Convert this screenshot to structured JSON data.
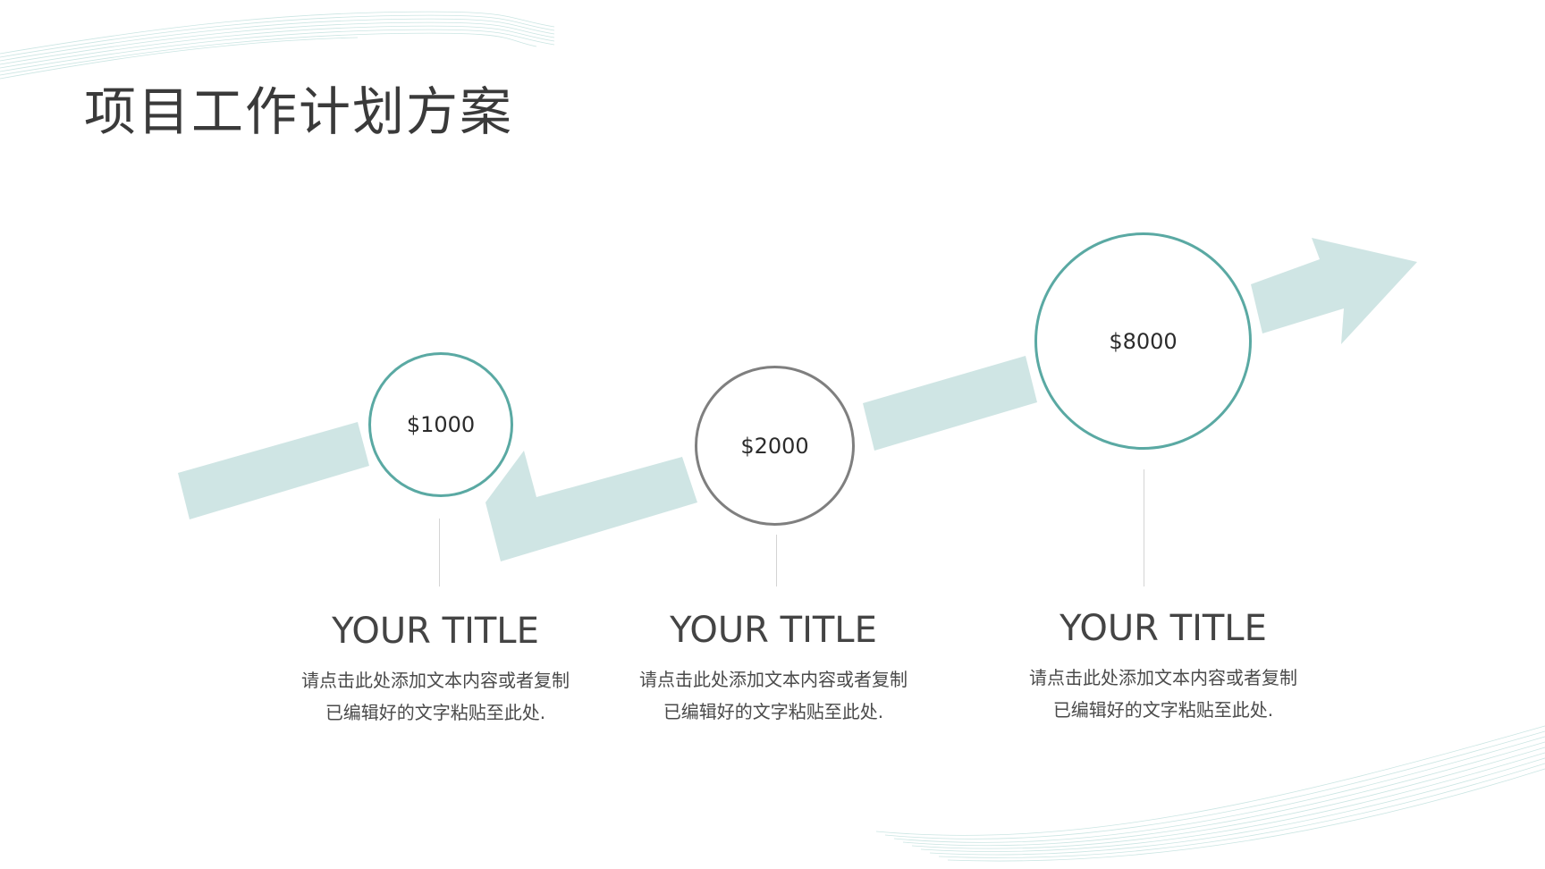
{
  "slide": {
    "title": "项目工作计划方案"
  },
  "colors": {
    "accent": "#5aa9a3",
    "arrow": "#cfe5e4",
    "neutral_ring": "#7f7f7f",
    "title_text": "#3a3a3a",
    "body_text": "#4a4a4a"
  },
  "steps": [
    {
      "value": "$1000",
      "title": "YOUR TITLE",
      "desc_line1": "请点击此处添加文本内容或者复制",
      "desc_line2": "已编辑好的文字粘贴至此处."
    },
    {
      "value": "$2000",
      "title": "YOUR TITLE",
      "desc_line1": "请点击此处添加文本内容或者复制",
      "desc_line2": "已编辑好的文字粘贴至此处."
    },
    {
      "value": "$8000",
      "title": "YOUR TITLE",
      "desc_line1": "请点击此处添加文本内容或者复制",
      "desc_line2": "已编辑好的文字粘贴至此处."
    }
  ]
}
